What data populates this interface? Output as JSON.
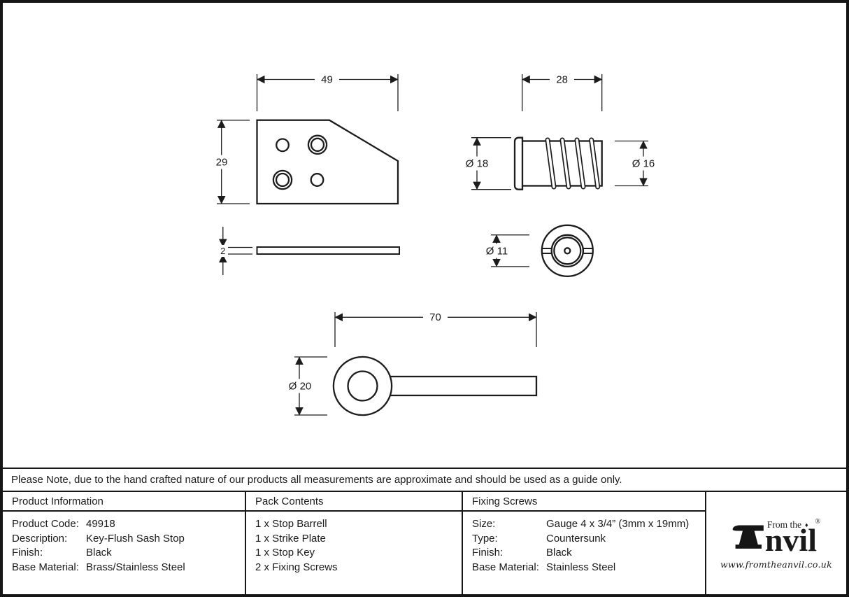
{
  "note": "Please Note, due to the hand crafted nature of our products all measurements are approximate and should be used as a guide only.",
  "drawings": {
    "strike_plate_top_view": {
      "width_dim": "49",
      "height_dim": "29"
    },
    "strike_plate_side_view": {
      "thickness_dim": "2"
    },
    "stop_barrel_side_view": {
      "length_dim": "28",
      "flange_dia_dim": "Ø 18",
      "body_dia_dim": "Ø 16"
    },
    "stop_barrel_end_view": {
      "core_dia_dim": "Ø 11"
    },
    "stop_key_view": {
      "length_dim": "70",
      "ring_dia_dim": "Ø 20"
    }
  },
  "product_information": {
    "header": "Product Information",
    "rows": [
      {
        "label": "Product Code:",
        "value": "49918"
      },
      {
        "label": "Description:",
        "value": "Key-Flush Sash Stop"
      },
      {
        "label": "Finish:",
        "value": "Black"
      },
      {
        "label": "Base Material:",
        "value": "Brass/Stainless Steel"
      }
    ]
  },
  "pack_contents": {
    "header": "Pack Contents",
    "items": [
      "1 x Stop Barrell",
      "1 x Strike Plate",
      "1 x Stop Key",
      "2 x Fixing Screws"
    ]
  },
  "fixing_screws": {
    "header": "Fixing Screws",
    "rows": [
      {
        "label": "Size:",
        "value": "Gauge 4 x 3/4” (3mm x 19mm)"
      },
      {
        "label": "Type:",
        "value": "Countersunk"
      },
      {
        "label": "Finish:",
        "value": "Black"
      },
      {
        "label": "Base Material:",
        "value": "Stainless Steel"
      }
    ]
  },
  "logo": {
    "from_the": "From the",
    "diamond": "♦",
    "registered": "®",
    "brand": "nvil",
    "url": "www.fromtheanvil.co.uk"
  },
  "colors": {
    "line": "#1c1c1c",
    "text": "#1a1a1a",
    "background": "#ffffff"
  }
}
